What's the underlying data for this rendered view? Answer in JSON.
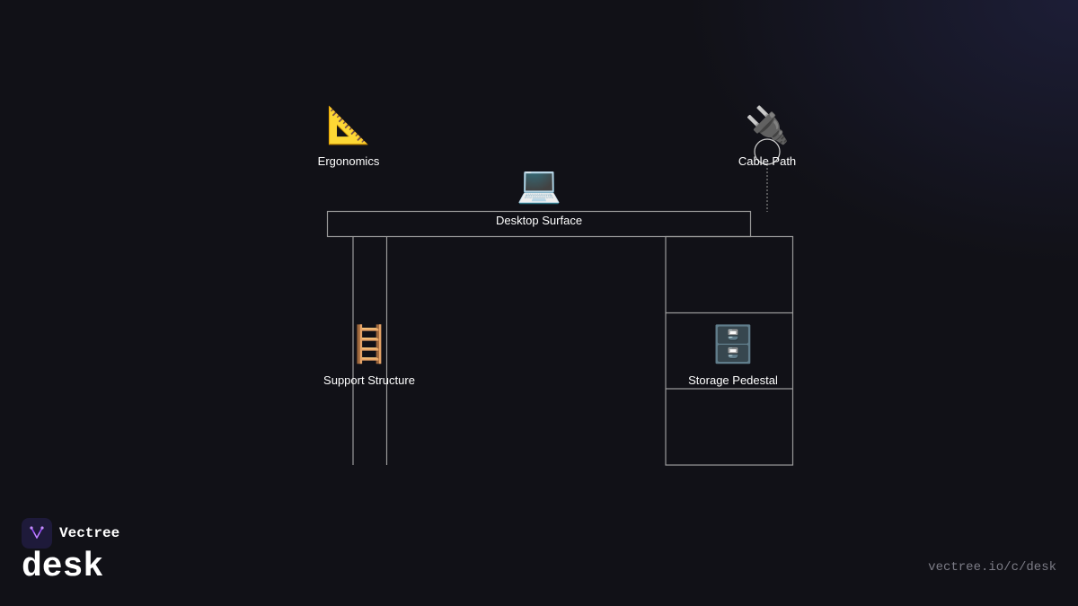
{
  "nodes": {
    "ergonomics": {
      "icon": "📐",
      "icon_name": "triangular-ruler-icon",
      "label": "Ergonomics"
    },
    "cable_path": {
      "icon": "🔌",
      "icon_name": "plug-icon",
      "label": "Cable Path"
    },
    "desktop_surface": {
      "icon": "💻",
      "icon_name": "laptop-icon",
      "label": "Desktop Surface"
    },
    "support_structure": {
      "icon": "🪜",
      "icon_name": "ladder-icon",
      "label": "Support Structure"
    },
    "storage_pedestal": {
      "icon": "🗄️",
      "icon_name": "file-cabinet-icon",
      "label": "Storage Pedestal"
    }
  },
  "brand": {
    "name": "Vectree",
    "logo_icon": "vectree-logo-icon",
    "accent": "#9b4dff"
  },
  "title": "desk",
  "url": "vectree.io/c/desk",
  "colors": {
    "background": "#111117",
    "line": "#9a9a9a",
    "text": "#ffffff",
    "muted": "#7c7c86"
  }
}
